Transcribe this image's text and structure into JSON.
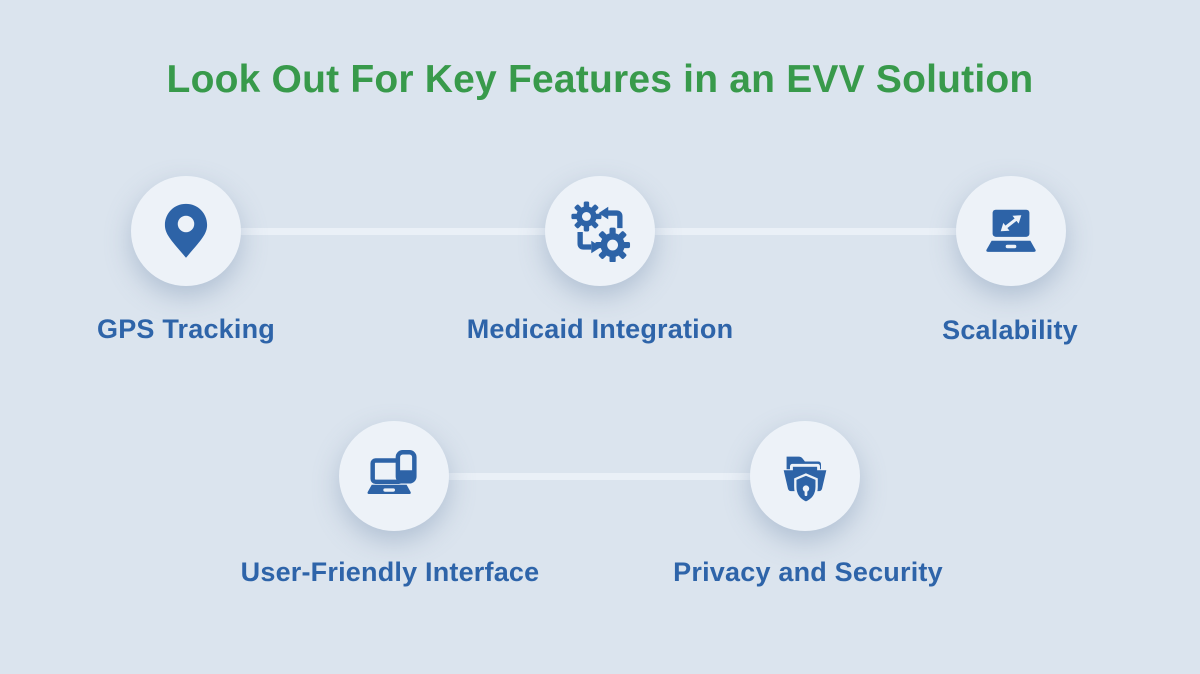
{
  "title": {
    "text": "Look Out For Key Features in an EVV Solution"
  },
  "colors": {
    "background": "#dbe4ee",
    "circle_fill": "#edf2f8",
    "connector": "#eaf0f7",
    "icon_blue": "#2d63a7",
    "label_blue": "#2e64a9",
    "title_green": "#389a4b"
  },
  "features": [
    {
      "label": "GPS Tracking",
      "icon": "map-pin-icon"
    },
    {
      "label": "Medicaid Integration",
      "icon": "gears-sync-icon"
    },
    {
      "label": "Scalability",
      "icon": "laptop-expand-icon"
    },
    {
      "label": "User-Friendly Interface",
      "icon": "laptop-phone-icon"
    },
    {
      "label": "Privacy and Security",
      "icon": "secure-folder-shield-icon"
    }
  ]
}
